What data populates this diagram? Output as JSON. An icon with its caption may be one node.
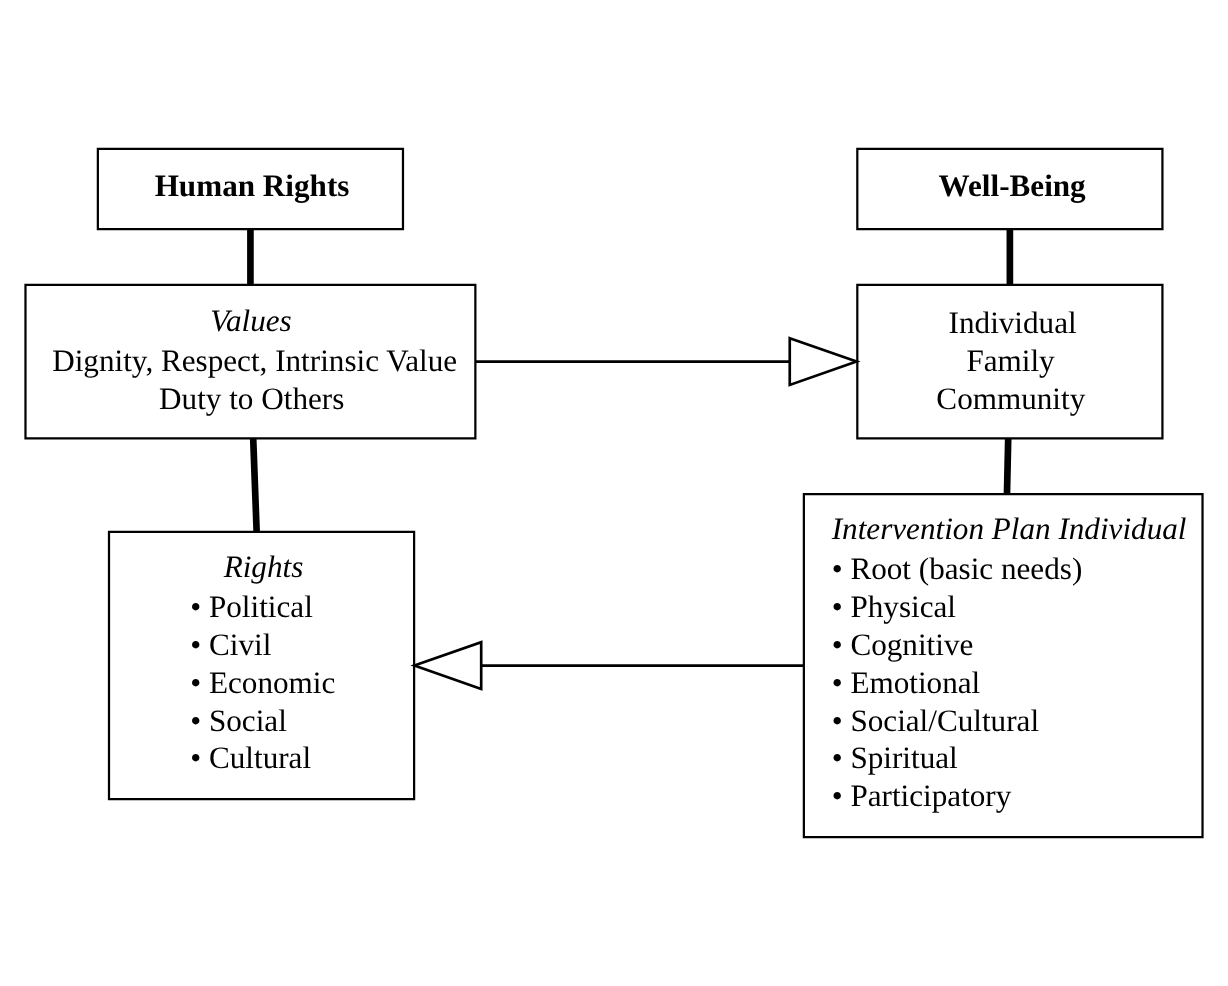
{
  "diagram": {
    "nodes": [
      {
        "text": [
          "Human Rights"
        ]
      },
      {
        "text": [
          "Values",
          "Dignity, Respect, Intrinsic Value",
          "Duty to Others"
        ]
      },
      {
        "text": [
          "Rights",
          "• Political",
          "• Civil",
          "• Economic",
          "• Social",
          "• Cultural"
        ]
      },
      {
        "text": [
          "Well-Being"
        ]
      },
      {
        "text": [
          "Individual",
          "Family",
          "Community"
        ]
      },
      {
        "text": [
          "Intervention Plan Individual",
          "• Root (basic needs)",
          "• Physical",
          "• Cognitive",
          "• Emotional",
          "• Social/Cultural",
          "• Spiritual",
          "• Participatory"
        ]
      }
    ],
    "edges": [
      {
        "from": 0,
        "to": 1,
        "arrow": "none"
      },
      {
        "from": 1,
        "to": 2,
        "arrow": "none"
      },
      {
        "from": 3,
        "to": 4,
        "arrow": "none"
      },
      {
        "from": 4,
        "to": 5,
        "arrow": "none"
      },
      {
        "from": 1,
        "to": 4,
        "arrow": "to"
      },
      {
        "from": 5,
        "to": 2,
        "arrow": "to"
      }
    ]
  }
}
